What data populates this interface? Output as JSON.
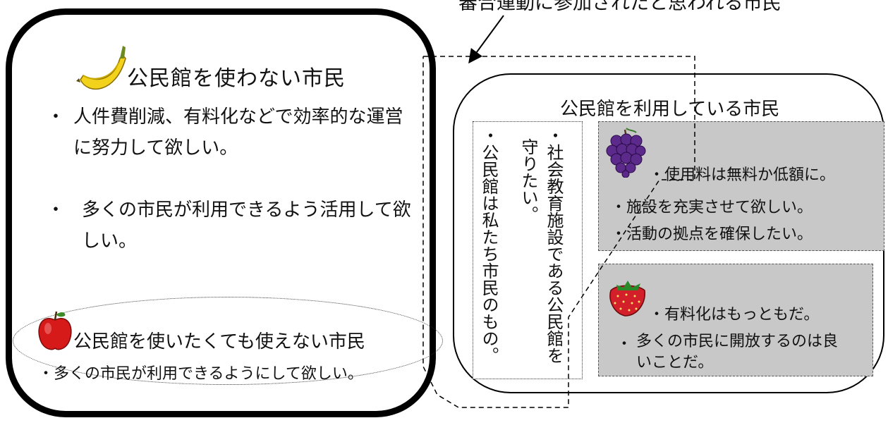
{
  "callout": {
    "label": "審合運動に参加されたと思われる市民"
  },
  "nonusers": {
    "heading": "公民館を使わない市民",
    "icon": "banana-icon",
    "bullets": [
      "人件費削減、有料化などで効率的な運営に努力して欲しい。",
      "多くの市民が利用できるよう活用して欲しい。"
    ],
    "bullet_mark": "・"
  },
  "blocked": {
    "icon": "apple-icon",
    "heading": "公民館を使いたくても使えない市民",
    "bullet": "・多くの市民が利用できるようにして欲しい。"
  },
  "users": {
    "heading": "公民館を利用している市民",
    "vertical_lines": [
      "・社会教育施設である公民館を",
      "守りたい。",
      "・公民館は私たち市民のもの。"
    ],
    "grape_box": {
      "icon": "grape-icon",
      "lines": [
        "・使用料は無料か低額に。",
        "・施設を充実させて欲しい。",
        "・活動の拠点を確保したい。"
      ]
    },
    "strawberry_box": {
      "icon": "strawberry-icon",
      "lines": [
        "・有料化はもっともだ。",
        "多くの市民に開放するのは良いことだ。"
      ],
      "bullet_mark": "・"
    }
  },
  "colors": {
    "gray_box": "#c8c8c8",
    "banana": "#f2d21b",
    "apple": "#d61a1a",
    "grape": "#5b2a8a",
    "strawberry": "#d21f2a"
  }
}
